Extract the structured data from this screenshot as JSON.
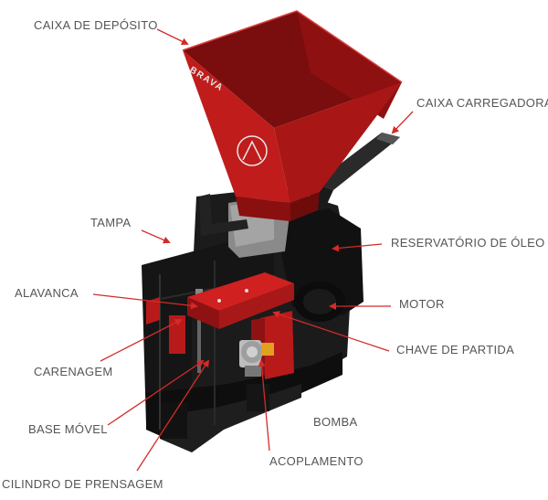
{
  "diagram": {
    "brand_mark": "BRAVA",
    "labels": {
      "caixa_deposito": "CAIXA DE DEPÓSITO",
      "caixa_carregadora": "CAIXA CARREGADORA",
      "tampa": "TAMPA",
      "reservatorio": "RESERVATÓRIO DE ÓLEO",
      "alavanca": "ALAVANCA",
      "motor": "MOTOR",
      "chave_partida": "CHAVE DE PARTIDA",
      "carenagem": "CARENAGEM",
      "base_movel": "BASE MÓVEL",
      "bomba": "BOMBA",
      "acoplamento": "ACOPLAMENTO",
      "cilindro": "CILINDRO DE PRENSAGEM"
    },
    "colors": {
      "hopper_red": "#b81a1a",
      "hopper_dark": "#7a0d0d",
      "body_black": "#141414",
      "arrow_red": "#d42a2a",
      "label_gray": "#555555"
    }
  }
}
